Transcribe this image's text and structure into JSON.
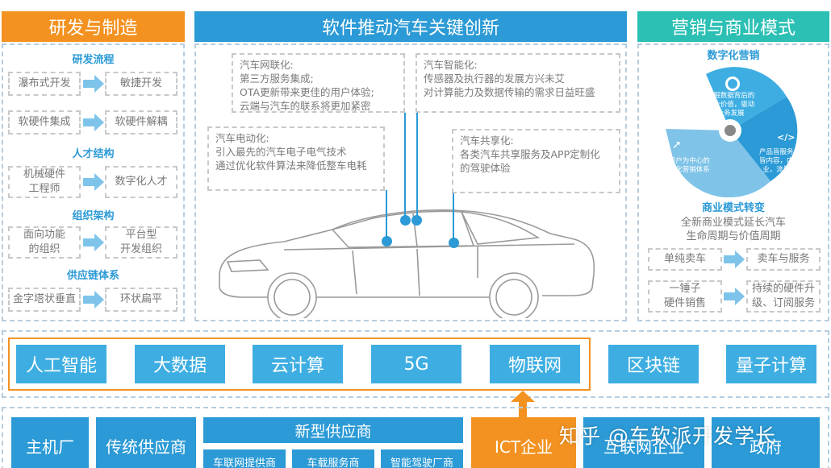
{
  "panels": {
    "left_title": "研发与制造",
    "center_title": "软件推动汽车关键创新",
    "right_title": "营销与商业模式"
  },
  "left": {
    "sections": [
      {
        "label": "研发流程",
        "from": "瀑布式开发",
        "to": "敏捷开发"
      },
      {
        "label": "",
        "from": "软硬件集成",
        "to": "软硬件解耦"
      },
      {
        "label": "人才结构",
        "from": "机械硬件\n工程师",
        "to": "数字化人才"
      },
      {
        "label": "组织架构",
        "from": "面向功能\n的组织",
        "to": "平台型\n开发组织"
      },
      {
        "label": "供应链体系",
        "from": "金字塔状垂直",
        "to": "环状扁平"
      }
    ]
  },
  "center": {
    "notes": [
      "汽车网联化:\n第三方服务集成;\nOTA更新带来更佳的用户体验;\n云端与汽车的联系将更加紧密",
      "汽车智能化:\n传感器及执行器的发展方兴未艾\n对计算能力及数据传输的需求日益旺盛",
      "汽车电动化:\n引入最先的汽车电子电气技术\n通过优化软件算法来降低整车电耗",
      "汽车共享化:\n各类汽车共享服务及APP定制化\n的驾驶体验"
    ]
  },
  "right": {
    "digital_label": "数字化营销",
    "cycle": [
      "挖掘数据背后的\n商业价值，驱动\n业务发展",
      "产品皆服务，服务\n皆内容，内容即商\n业，流量即销量",
      "以用户为中心的\n数字化营销体系"
    ],
    "business_label": "商业模式转变",
    "business_desc": "全新商业模式延长汽车\n生命周期与价值周期",
    "rows": [
      {
        "from": "单纯卖车",
        "to": "卖车与服务"
      },
      {
        "from": "一锤子\n硬件销售",
        "to": "持续的硬件升\n级、订阅服务"
      }
    ]
  },
  "tech": [
    "人工智能",
    "大数据",
    "云计算",
    "5G",
    "物联网",
    "区块链",
    "量子计算"
  ],
  "bottom": {
    "oem": "主机厂",
    "traditional": "传统供应商",
    "new_supplier": "新型供应商",
    "sub": [
      "车联网提供商",
      "车载服务商",
      "智能驾驶厂商"
    ],
    "ict": "ICT企业",
    "internet": "互联网企业",
    "gov": "政府"
  },
  "watermark": "知乎 @车软派开发学长",
  "colors": {
    "orange": "#f39221",
    "blue": "#2b9ad6",
    "teal": "#2cc0b4",
    "light_blue": "#3eaee2"
  }
}
